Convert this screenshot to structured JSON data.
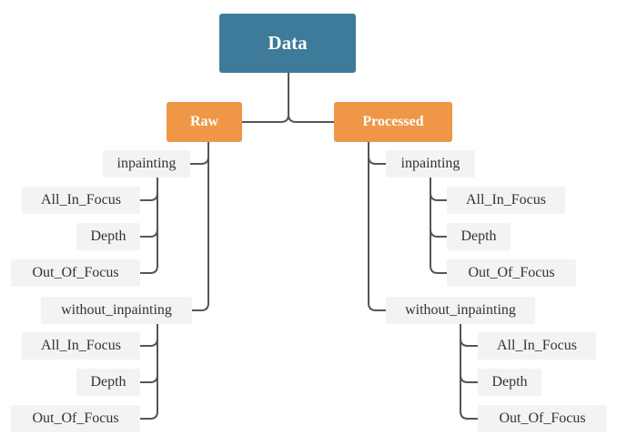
{
  "root": {
    "label": "Data"
  },
  "raw": {
    "label": "Raw",
    "inpainting": {
      "label": "inpainting",
      "children": [
        "All_In_Focus",
        "Depth",
        "Out_Of_Focus"
      ]
    },
    "without_inpainting": {
      "label": "without_inpainting",
      "children": [
        "All_In_Focus",
        "Depth",
        "Out_Of_Focus"
      ]
    }
  },
  "processed": {
    "label": "Processed",
    "inpainting": {
      "label": "inpainting",
      "children": [
        "All_In_Focus",
        "Depth",
        "Out_Of_Focus"
      ]
    },
    "without_inpainting": {
      "label": "without_inpainting",
      "children": [
        "All_In_Focus",
        "Depth",
        "Out_Of_Focus"
      ]
    }
  },
  "colors": {
    "root_fill": "#3e7a99",
    "category_fill": "#ef9647",
    "leaf_fill": "#f3f3f3",
    "connector": "#555555"
  }
}
